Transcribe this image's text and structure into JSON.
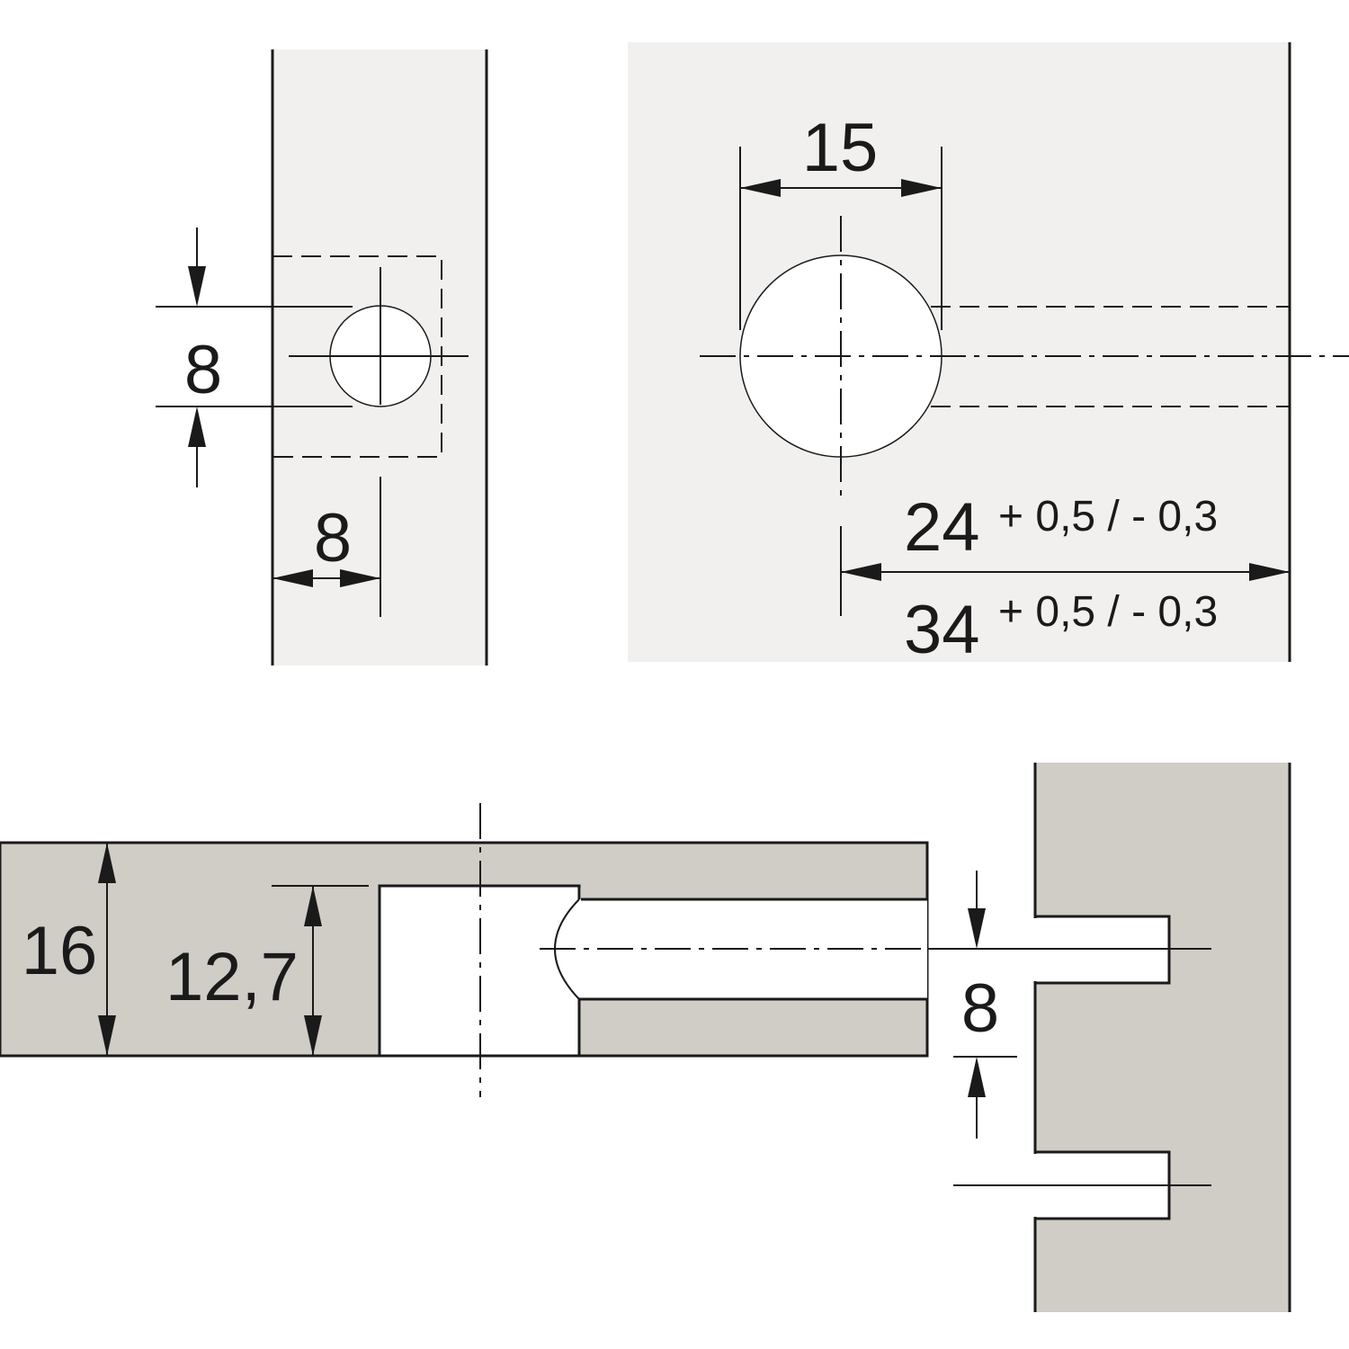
{
  "colors": {
    "panel_light": "#f1f0ee",
    "panel_grey": "#d0ccc6",
    "hole_fill": "#ffffff",
    "line": "#1a1a1a"
  },
  "dimensions": {
    "side_hole_offset": "8",
    "side_edge_distance": "8",
    "top_bore_diameter": "15",
    "top_distance_24": "24",
    "top_distance_34": "34",
    "tolerance_24": "+ 0,5 / - 0,3",
    "tolerance_34": "+ 0,5 / - 0,3",
    "panel_thickness": "16",
    "housing_depth": "12,7",
    "pin_diameter": "8"
  }
}
